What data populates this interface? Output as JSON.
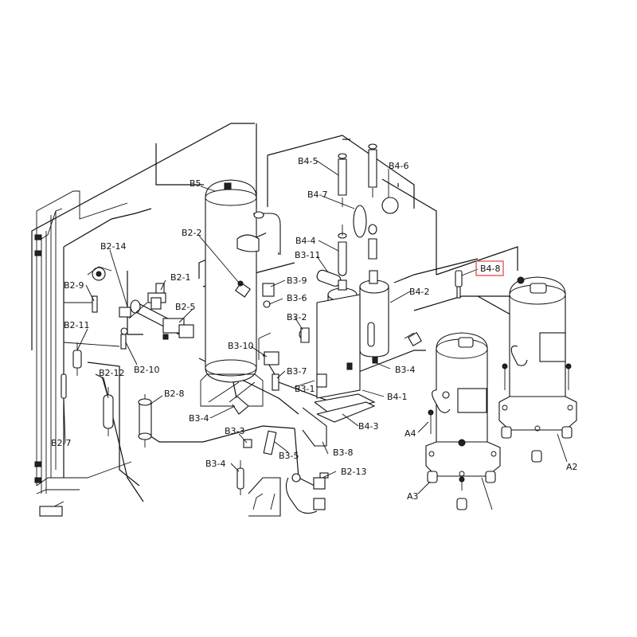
{
  "diagram": {
    "highlight_color": "#e25b5b",
    "labels": {
      "B5": "B5",
      "B2_1": "B2-1",
      "B2_2": "B2-2",
      "B2_5": "B2-5",
      "B2_7": "B2-7",
      "B2_8": "B2-8",
      "B2_9": "B2-9",
      "B2_10": "B2-10",
      "B2_11": "B2-11",
      "B2_12": "B2-12",
      "B2_13": "B2-13",
      "B2_14": "B2-14",
      "B3_1": "B3-1",
      "B3_2": "B3-2",
      "B3_3": "B3-3",
      "B3_4a": "B3-4",
      "B3_4b": "B3-4",
      "B3_4c": "B3-4",
      "B3_5": "B3-5",
      "B3_6": "B3-6",
      "B3_7": "B3-7",
      "B3_8": "B3-8",
      "B3_9": "B3-9",
      "B3_10": "B3-10",
      "B3_11": "B3-11",
      "B4_1": "B4-1",
      "B4_2": "B4-2",
      "B4_3": "B4-3",
      "B4_4": "B4-4",
      "B4_5": "B4-5",
      "B4_6": "B4-6",
      "B4_7": "B4-7",
      "B4_8": "B4-8",
      "A2": "A2",
      "A3": "A3",
      "A4": "A4"
    }
  }
}
